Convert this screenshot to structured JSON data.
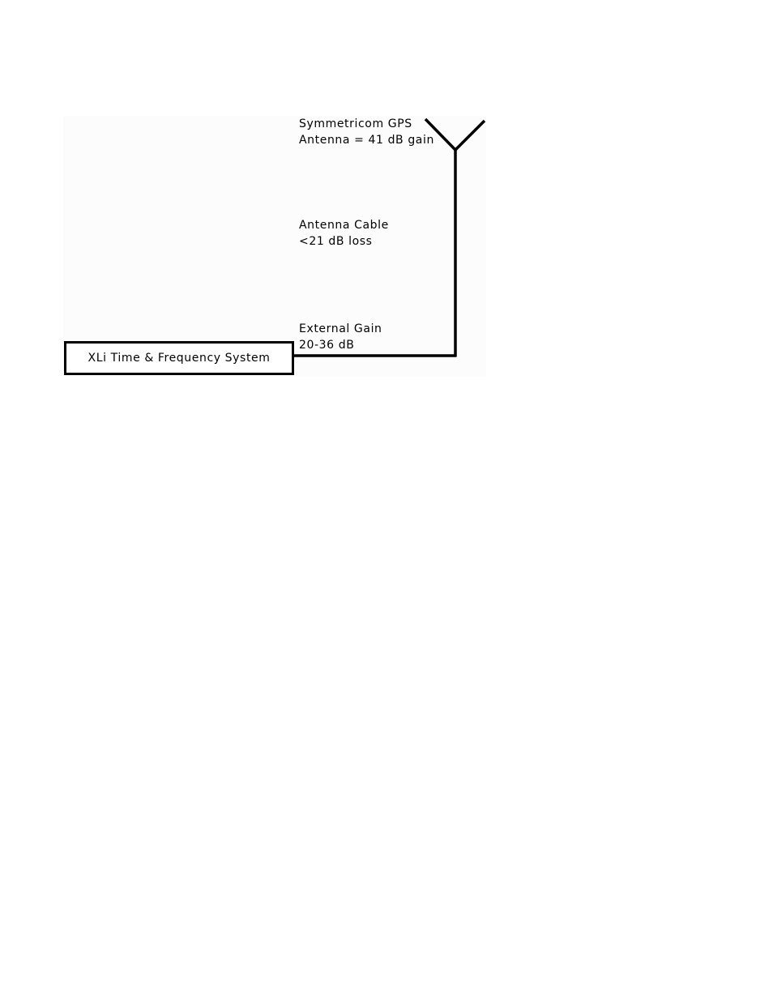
{
  "antenna": {
    "name_line": "Symmetricom GPS",
    "gain_line": "Antenna = 41 dB gain"
  },
  "cable": {
    "name_line": "Antenna Cable",
    "loss_line": "<21 dB loss"
  },
  "external_gain": {
    "name_line": "External Gain",
    "range_line": "20-36 dB"
  },
  "receiver": {
    "label": "XLi Time & Frequency System"
  }
}
